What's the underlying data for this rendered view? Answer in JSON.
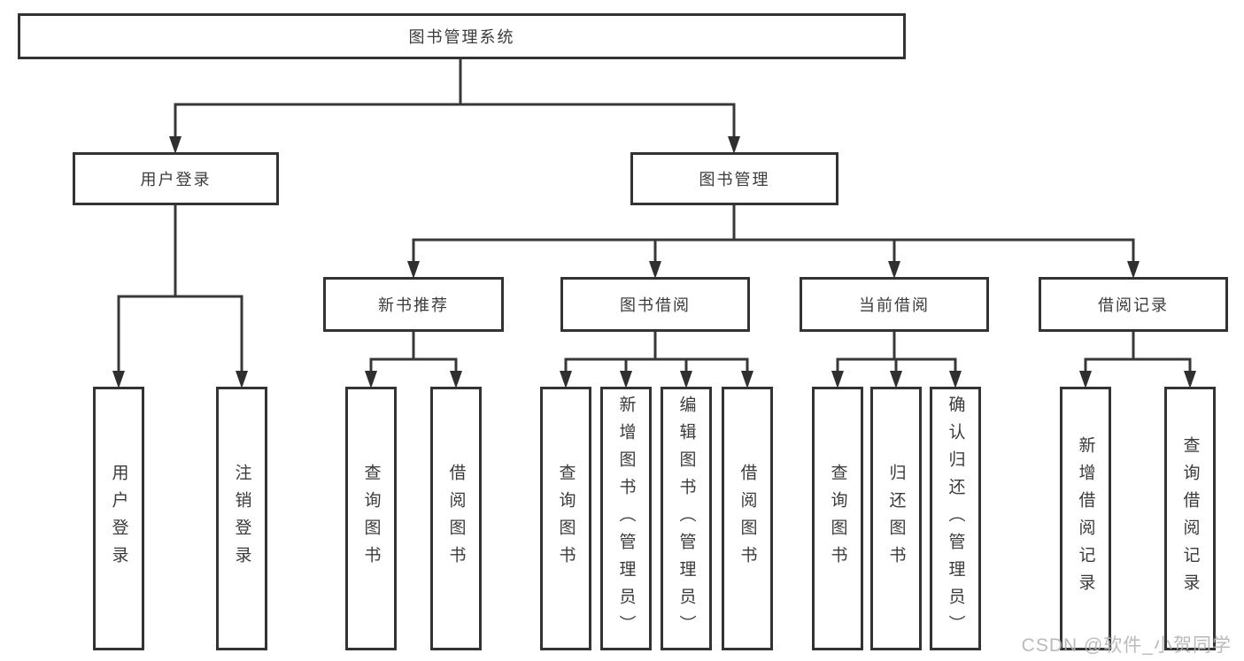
{
  "tree": {
    "label": "图书管理系统",
    "children": [
      {
        "label": "用户登录",
        "children": [
          {
            "label": "用户登录"
          },
          {
            "label": "注销登录"
          }
        ]
      },
      {
        "label": "图书管理",
        "children": [
          {
            "label": "新书推荐",
            "children": [
              {
                "label": "查询图书"
              },
              {
                "label": "借阅图书"
              }
            ]
          },
          {
            "label": "图书借阅",
            "children": [
              {
                "label": "查询图书"
              },
              {
                "label": "新增图书（管理员）"
              },
              {
                "label": "编辑图书（管理员）"
              },
              {
                "label": "借阅图书"
              }
            ]
          },
          {
            "label": "当前借阅",
            "children": [
              {
                "label": "查询图书"
              },
              {
                "label": "归还图书"
              },
              {
                "label": "确认归还（管理员）"
              }
            ]
          },
          {
            "label": "借阅记录",
            "children": [
              {
                "label": "新增借阅记录"
              },
              {
                "label": "查询借阅记录"
              }
            ]
          }
        ]
      }
    ]
  },
  "watermark": {
    "text": "CSDN @软件_小贺同学"
  },
  "colors": {
    "box_border": "#333333",
    "connector_line": "#383838",
    "arrowhead": "#2f2f2f",
    "text": "#3b3b3b",
    "watermark": "#b3b3b3",
    "background": "#ffffff"
  }
}
